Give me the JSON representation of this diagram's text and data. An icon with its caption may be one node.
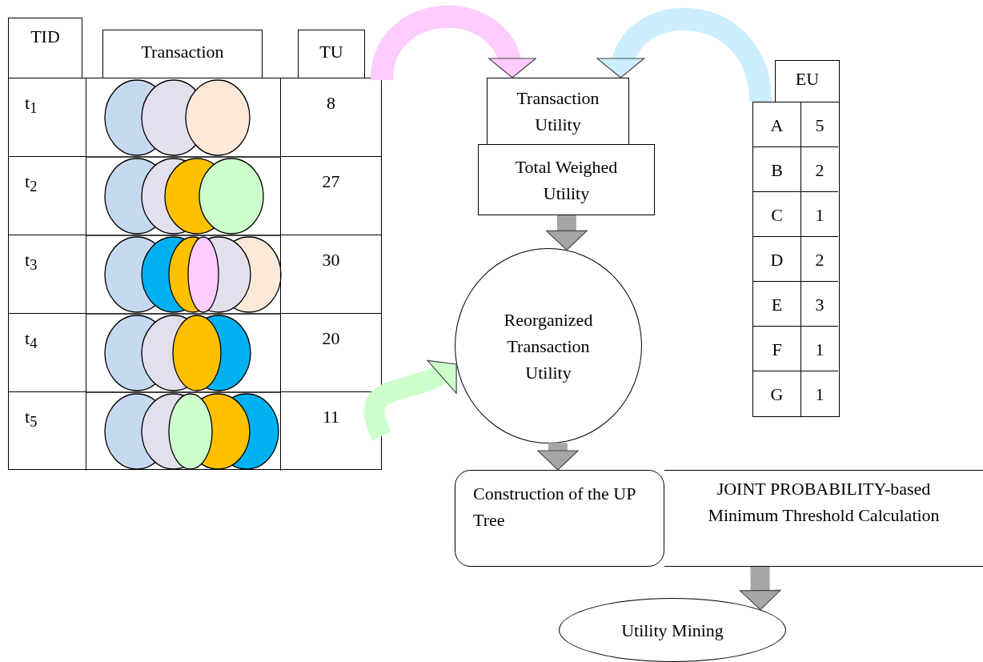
{
  "diagram": {
    "nodes": [
      {
        "text": [],
        "shape": "box"
      },
      {
        "text": [
          "Transaction Utility"
        ]
      },
      {
        "text": [
          "Total Weighed Utility"
        ]
      },
      {
        "text": [],
        "shape": "box"
      },
      {
        "text": [
          "Reorganized Transaction Utility"
        ]
      },
      {
        "text": [
          "Construction of the UP Tree"
        ]
      },
      {
        "text": [
          "JOINT PROBABILITY-based Minimum Threshold Calculation"
        ]
      },
      {
        "text": [
          "Utility Mining"
        ]
      }
    ],
    "edges": [
      {
        "from": 0,
        "to": 1,
        "arrow": "to",
        "color": "#ffccff"
      },
      {
        "from": 3,
        "to": 1,
        "arrow": "to",
        "color": "#cceeff"
      },
      {
        "from": 2,
        "to": 4,
        "arrow": "to"
      },
      {
        "from": 0,
        "to": 4,
        "arrow": "to",
        "color": "#ccffcc"
      },
      {
        "from": 4,
        "to": 5,
        "arrow": "to"
      },
      {
        "from": 6,
        "to": 7,
        "arrow": "to"
      }
    ],
    "labels": [
      "TID",
      "Transaction",
      "TU",
      "t$_{1}$",
      "8",
      "t$_{2}$",
      "27",
      "t$_{3}$",
      "30",
      "t$_{4}$",
      "20",
      "t$_{5}$",
      "11",
      "EU",
      "A",
      "5",
      "B",
      "2",
      "C",
      "1",
      "D",
      "2",
      "E",
      "3",
      "F",
      "1",
      "G",
      "1"
    ]
  }
}
